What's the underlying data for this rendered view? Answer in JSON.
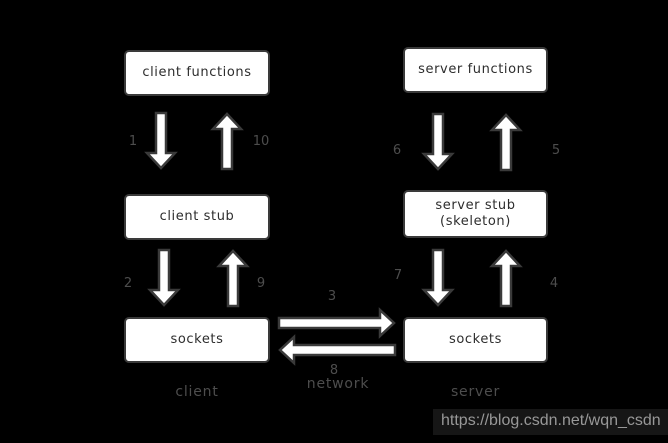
{
  "diagram": {
    "type": "rpc-client-server-architecture",
    "boxes": {
      "client_functions": "client functions",
      "server_functions": "server functions",
      "client_stub": "client stub",
      "server_stub_line1": "server stub",
      "server_stub_line2": "(skeleton)",
      "sockets_client": "sockets",
      "sockets_server": "sockets"
    },
    "steps": {
      "n1": "1",
      "n2": "2",
      "n3": "3",
      "n4": "4",
      "n5": "5",
      "n6": "6",
      "n7": "7",
      "n8": "8",
      "n9": "9",
      "n10": "10"
    },
    "group_labels": {
      "client": "client",
      "server": "server",
      "network": "network"
    },
    "arrows": [
      {
        "step": "1",
        "from": "client functions",
        "to": "client stub",
        "direction": "down"
      },
      {
        "step": "2",
        "from": "client stub",
        "to": "sockets (client)",
        "direction": "down"
      },
      {
        "step": "3",
        "from": "sockets (client)",
        "to": "sockets (server)",
        "direction": "right"
      },
      {
        "step": "4",
        "from": "sockets (server)",
        "to": "server stub (skeleton)",
        "direction": "up"
      },
      {
        "step": "5",
        "from": "server stub (skeleton)",
        "to": "server functions",
        "direction": "up"
      },
      {
        "step": "6",
        "from": "server functions",
        "to": "server stub (skeleton)",
        "direction": "down"
      },
      {
        "step": "7",
        "from": "server stub (skeleton)",
        "to": "sockets (server)",
        "direction": "down"
      },
      {
        "step": "8",
        "from": "sockets (server)",
        "to": "sockets (client)",
        "direction": "left"
      },
      {
        "step": "9",
        "from": "sockets (client)",
        "to": "client stub",
        "direction": "up"
      },
      {
        "step": "10",
        "from": "client stub",
        "to": "client functions",
        "direction": "up"
      }
    ]
  },
  "watermark": {
    "text": "https://blog.csdn.net/wqn_csdn"
  },
  "colors": {
    "background": "#000000",
    "box_fill": "#ffffff",
    "box_border": "#3a3a3a",
    "box_text": "#2d2d2d",
    "arrow_fill": "#ffffff",
    "arrow_outline": "#3a3a3a",
    "muted_label": "#4d4d4d",
    "watermark_text": "#989898",
    "watermark_bg": "#161616"
  }
}
